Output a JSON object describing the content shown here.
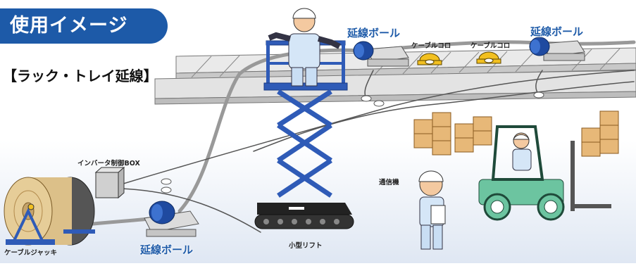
{
  "header": {
    "badge_title": "使用イメージ",
    "subtitle": "【ラック・トレイ延線】"
  },
  "labels": {
    "rail_pull_ball_1": "延線ボール",
    "rail_pull_ball_2": "延線ボール",
    "cable_roller_1": "ケーブルコロ",
    "cable_roller_2": "ケーブルコロ",
    "inverter_box": "インバータ制御BOX",
    "cable_jack": "ケーブルジャッキ",
    "ground_pull_ball": "延線ボール",
    "small_lift": "小型リフト",
    "communicator": "通信機"
  },
  "colors": {
    "brand_blue": "#1d5aa8",
    "rail_gray": "#dedede",
    "lift_blue": "#2f5bb7",
    "forklift_green": "#6cc4a0",
    "box_tan": "#e7b878",
    "cable_gray": "#aaaaaa"
  },
  "icons": [
    "worker-on-lift",
    "forklift-driver",
    "worker-with-clipboard",
    "cable-drum",
    "inverter-box",
    "scissor-lift",
    "pull-ball-machine",
    "cable-roller",
    "cardboard-box-stack"
  ]
}
